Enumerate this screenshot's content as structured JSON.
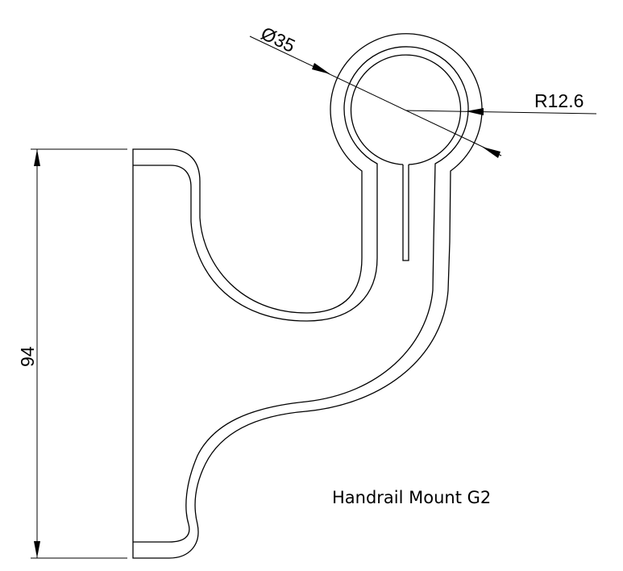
{
  "drawing": {
    "title": "Handrail Mount G2",
    "dimensions": {
      "height": "94",
      "diameter": "Ø35",
      "radius": "R12.6"
    }
  }
}
